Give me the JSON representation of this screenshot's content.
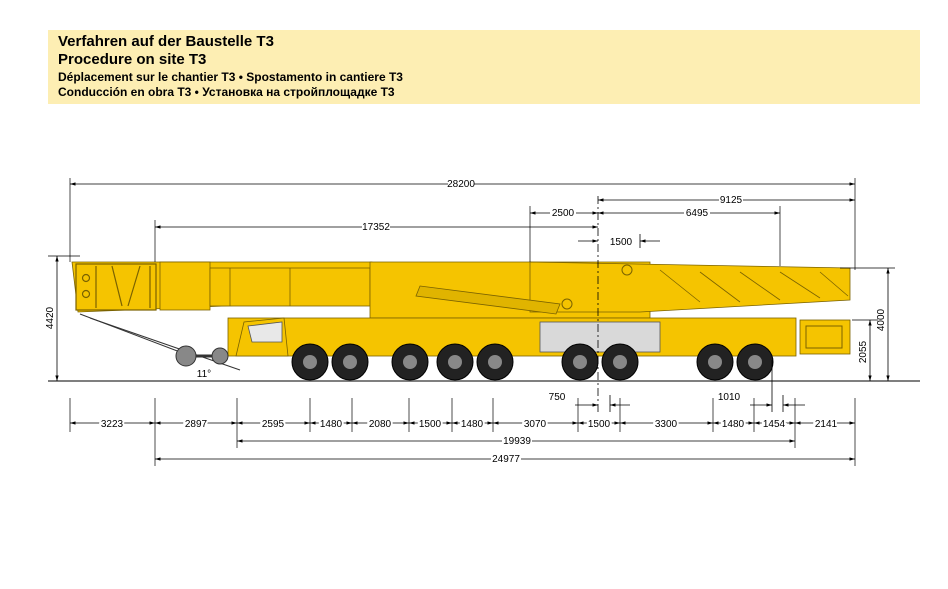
{
  "title": {
    "de": "Verfahren auf der Baustelle T3",
    "en": "Procedure on site T3",
    "fr_it": "Déplacement sur le chantier T3 • Spostamento in cantiere T3",
    "es_ru": "Conducción en obra T3 • Установка на стройплощадке T3"
  },
  "colors": {
    "crane_yellow": "#f5c400",
    "crane_dark": "#d9a800",
    "title_bg": "#fdeeb3",
    "tire": "#222222",
    "line": "#000000"
  },
  "dimensions": {
    "total_length": "28200",
    "rear_to_axis": "9125",
    "boom_to_axis": "17352",
    "axis_left": "2500",
    "axis_right": "6495",
    "axis_small": "1500",
    "height_total": "4420",
    "height_rear": "4000",
    "height_lower": "2055",
    "angle": "11°",
    "near_axis_left": "750",
    "near_axis_right": "1010",
    "bottom_segments": [
      "3223",
      "2897",
      "2595",
      "1480",
      "2080",
      "1500",
      "1480",
      "3070",
      "1500",
      "3300",
      "1480",
      "1454",
      "2141"
    ],
    "wheelbase": "19939",
    "overall_bottom": "24977"
  }
}
